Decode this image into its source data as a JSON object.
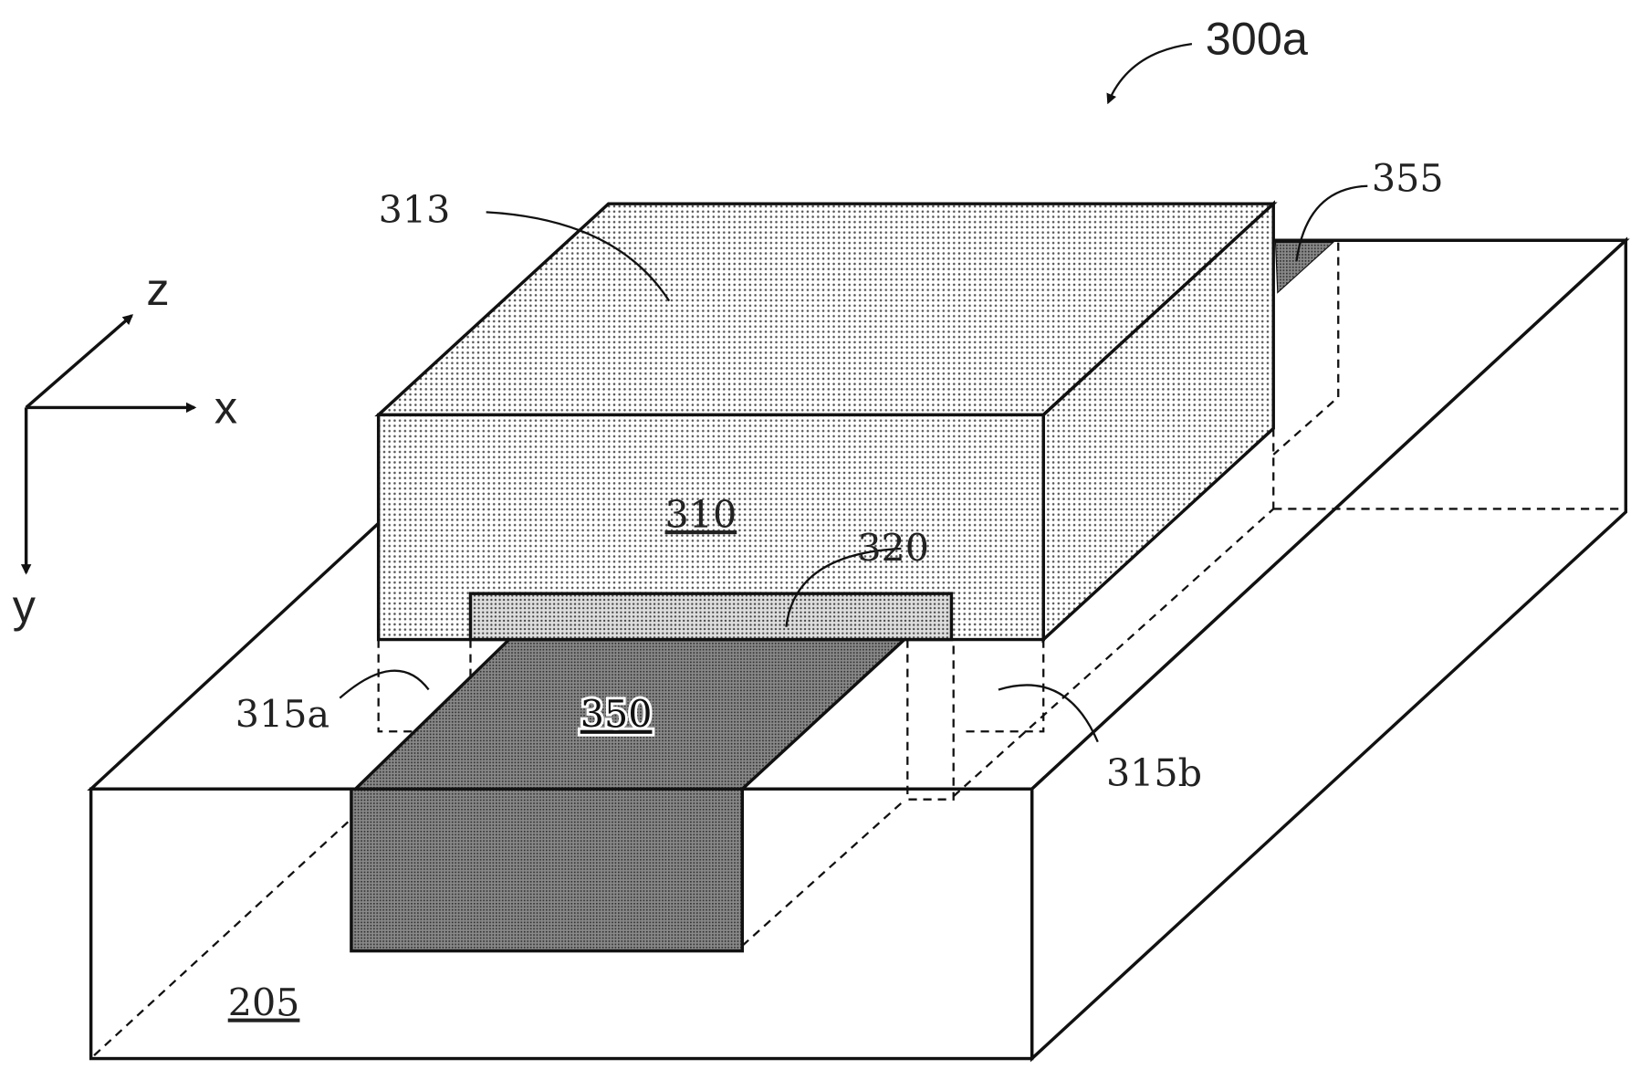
{
  "figure_label": "300a",
  "axes": {
    "x": "x",
    "y": "y",
    "z": "z"
  },
  "labels": {
    "l313": "313",
    "l355": "355",
    "l310": "310",
    "l320": "320",
    "l315a": "315a",
    "l350": "350",
    "l315b": "315b",
    "l205": "205"
  },
  "colors": {
    "line": "#111111",
    "dark_fill": "#6e6e6e",
    "dot_fill": "#e6e6e6"
  }
}
